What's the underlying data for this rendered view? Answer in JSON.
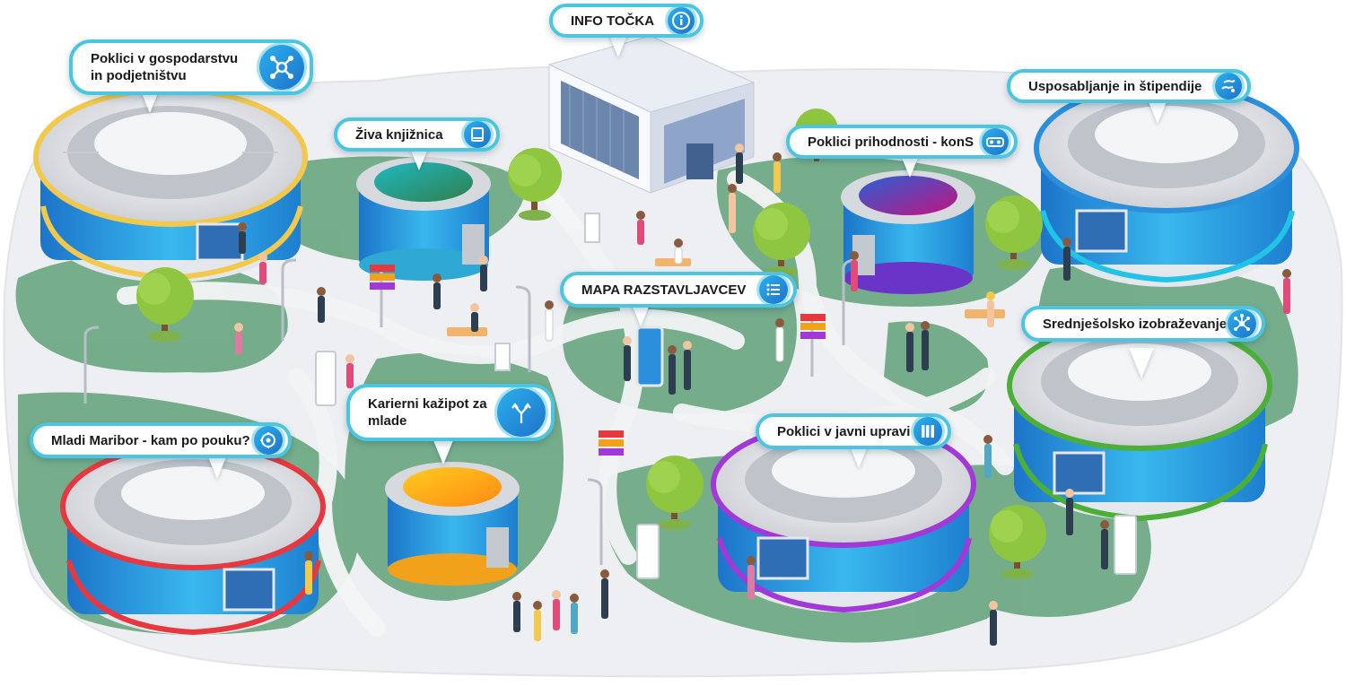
{
  "callouts": {
    "info": {
      "label": "INFO TOČKA",
      "icon": "info-icon"
    },
    "poklici_gospodarstvu": {
      "label": "Poklici v gospodarstvu in podjetništvu",
      "icon": "molecule-icon"
    },
    "ziva_knjiznica": {
      "label": "Živa knjižnica",
      "icon": "book-icon"
    },
    "poklici_prihodnosti": {
      "label": "Poklici prihodnosti - konS",
      "icon": "vr-goggles-icon"
    },
    "usposabljanje": {
      "label": "Usposabljanje in štipendije",
      "icon": "hand-coin-icon"
    },
    "mapa": {
      "label": "MAPA RAZSTAVLJAVCEV",
      "icon": "list-icon"
    },
    "srednjesolsko": {
      "label": "Srednješolsko izobraževanje",
      "icon": "network-icon"
    },
    "karierni": {
      "label": "Karierni kažipot za mlade",
      "icon": "signpost-icon"
    },
    "mladi_maribor": {
      "label": "Mladi Maribor - kam po pouku?",
      "icon": "target-icon"
    },
    "javni_upravi": {
      "label": "Poklici v javni upravi",
      "icon": "books-icon"
    }
  },
  "colors": {
    "callout_border": "#4cc6e0",
    "icon_fill": "#1e72c8",
    "ground": "#eeeff2",
    "lawn": "#6faa85",
    "stadium_yellow": "#f2c94c",
    "stadium_cyan": "#21c4e6",
    "stadium_blue": "#2b8fdb",
    "stadium_green": "#4caf3a",
    "stadium_red": "#e8383f",
    "stadium_purple": "#a238d8",
    "tree": "#8ec63f"
  }
}
